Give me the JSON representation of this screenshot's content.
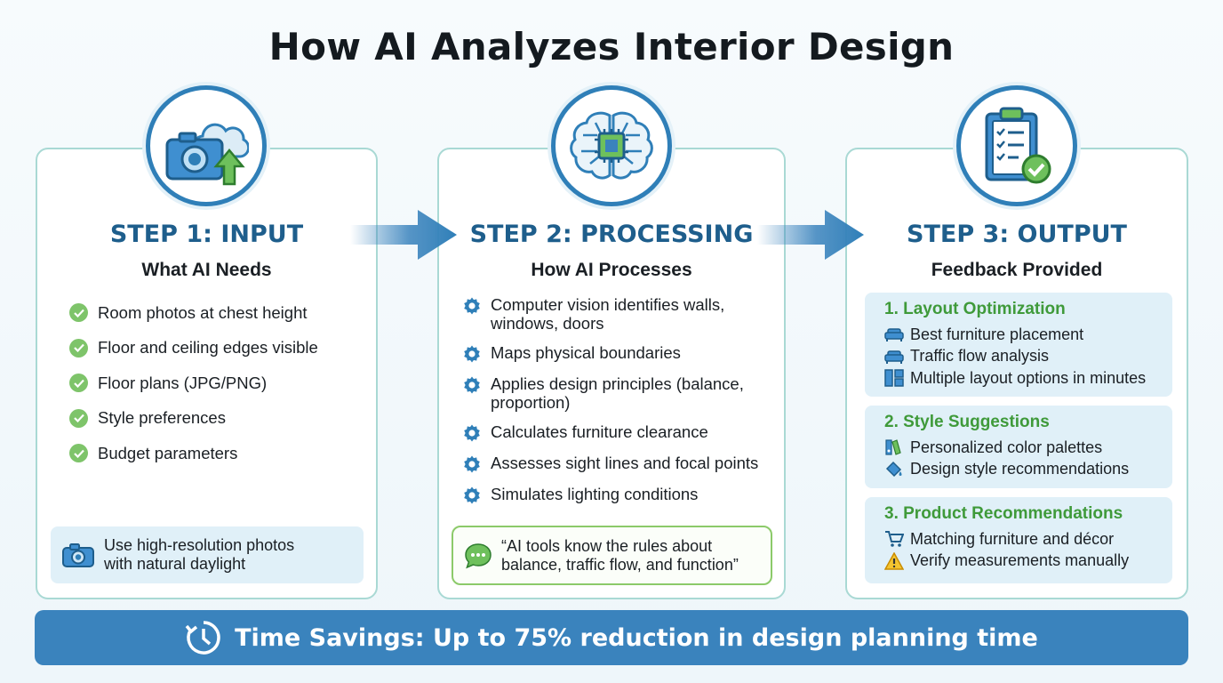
{
  "title": "How AI Analyzes Interior Design",
  "colors": {
    "step_title": "#1e5e8c",
    "circle_border": "#2f7fb8",
    "panel_border": "#a9d9d4",
    "check_green": "#7ec46a",
    "heading_green": "#3f9a3a",
    "banner": "#3a83bd",
    "tip_bg": "#e0f0f8"
  },
  "steps": [
    {
      "title": "STEP 1: INPUT",
      "subtitle": "What AI Needs",
      "icon": "camera-cloud-upload-icon",
      "items": [
        "Room photos at chest height",
        "Floor and ceiling edges visible",
        "Floor plans (JPG/PNG)",
        "Style preferences",
        "Budget parameters"
      ],
      "tip": {
        "icon": "camera-icon",
        "line1": "Use high-resolution photos",
        "line2": "with natural daylight"
      }
    },
    {
      "title": "STEP 2: PROCESSING",
      "subtitle": "How AI Processes",
      "icon": "brain-chip-icon",
      "items": [
        [
          "Computer vision identifies walls,",
          "windows, doors"
        ],
        [
          "Maps physical boundaries"
        ],
        [
          "Applies design principles (balance,",
          "proportion)"
        ],
        [
          "Calculates furniture clearance"
        ],
        [
          "Assesses sight lines and focal points"
        ],
        [
          "Simulates lighting conditions"
        ]
      ],
      "quote": {
        "icon": "speech-bubble-icon",
        "line1": "“AI tools know the rules about",
        "line2": "balance, traffic flow, and function”"
      }
    },
    {
      "title": "STEP 3: OUTPUT",
      "subtitle": "Feedback Provided",
      "icon": "clipboard-checklist-icon",
      "blocks": [
        {
          "heading": "1. Layout Optimization",
          "items": [
            {
              "icon": "sofa-icon",
              "text": "Best furniture placement"
            },
            {
              "icon": "sofa-icon",
              "text": "Traffic flow analysis"
            },
            {
              "icon": "layout-grid-icon",
              "text": "Multiple layout options in minutes"
            }
          ]
        },
        {
          "heading": "2. Style Suggestions",
          "items": [
            {
              "icon": "palette-icon",
              "text": "Personalized color palettes"
            },
            {
              "icon": "paint-bucket-icon",
              "text": "Design style recommendations"
            }
          ]
        },
        {
          "heading": "3. Product Recommendations",
          "items": [
            {
              "icon": "shopping-cart-icon",
              "text": "Matching furniture and décor"
            },
            {
              "icon": "warning-icon",
              "text": "Verify measurements manually"
            }
          ]
        }
      ]
    }
  ],
  "banner": {
    "icon": "clock-icon",
    "text": "Time Savings: Up to 75% reduction in design planning time"
  }
}
